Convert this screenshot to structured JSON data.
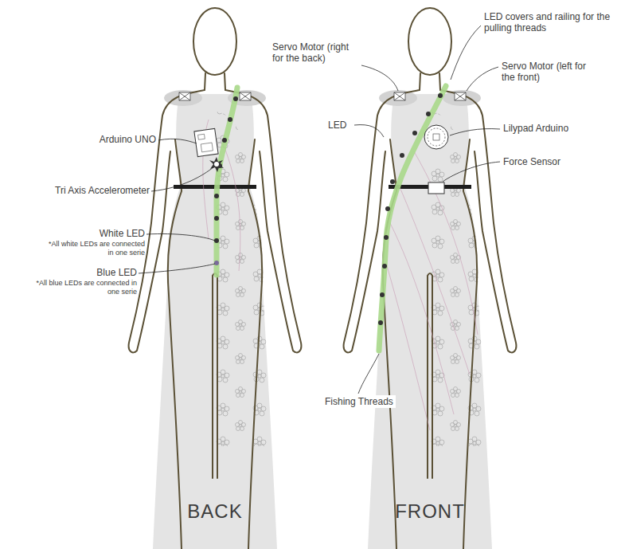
{
  "diagram": {
    "labels": [
      "Arduino UNO",
      "Tri Axis Accelerometer",
      "White LED",
      "*All white LEDs are connected in one serie",
      "Blue LED",
      "*All blue LEDs are connected in one serie",
      "BACK",
      "Servo Motor (right for the back)",
      "LED covers and railing for the pulling threads",
      "Servo Motor (left for the front)",
      "LED",
      "Lilypad Arduino",
      "Force Sensor",
      "Fishing Threads",
      "FRONT"
    ]
  }
}
